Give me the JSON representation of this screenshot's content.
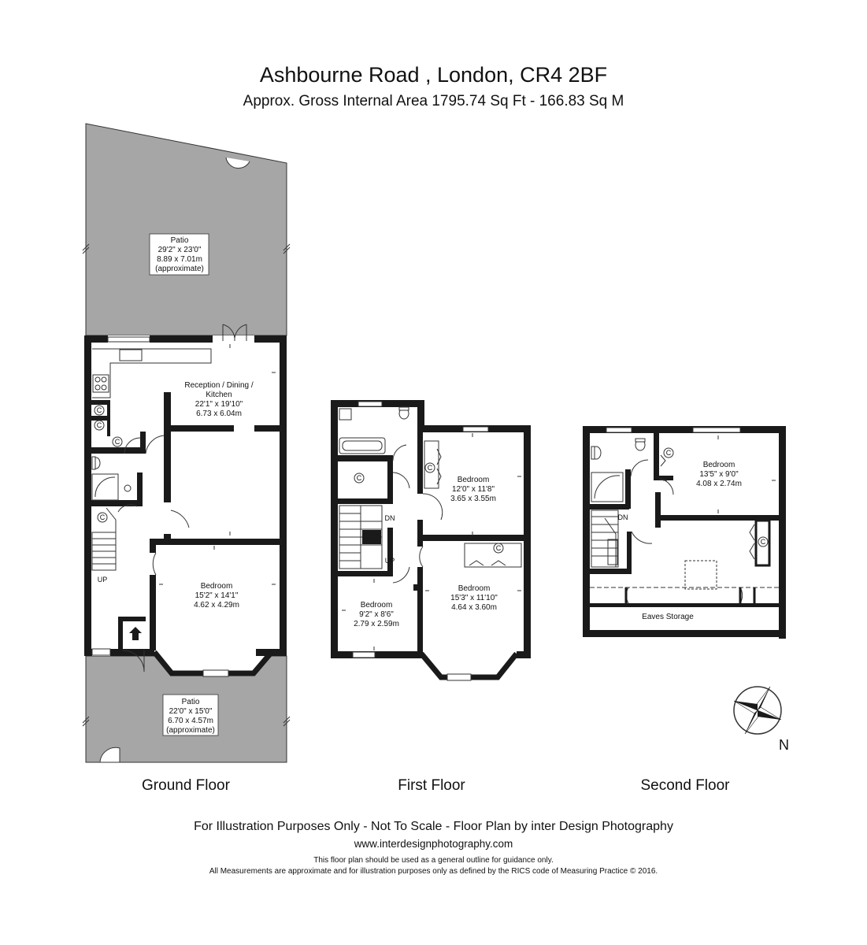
{
  "header": {
    "address": "Ashbourne Road , London, CR4 2BF",
    "area": "Approx. Gross Internal Area 1795.74 Sq Ft - 166.83 Sq M"
  },
  "ground_floor": {
    "label": "Ground Floor",
    "patio_rear": {
      "name": "Patio",
      "imperial": "29'2\" x 23'0\"",
      "metric": "8.89 x 7.01m",
      "note": "(approximate)"
    },
    "reception": {
      "name_line1": "Reception / Dining /",
      "name_line2": "Kitchen",
      "imperial": "22'1\" x 19'10\"",
      "metric": "6.73 x 6.04m"
    },
    "bedroom": {
      "name": "Bedroom",
      "imperial": "15'2\" x 14'1\"",
      "metric": "4.62 x 4.29m"
    },
    "patio_front": {
      "name": "Patio",
      "imperial": "22'0\" x 15'0\"",
      "metric": "6.70 x 4.57m",
      "note": "(approximate)"
    },
    "stairs_label": "UP",
    "cupboard_symbol": "C"
  },
  "first_floor": {
    "label": "First Floor",
    "bedroom_a": {
      "name": "Bedroom",
      "imperial": "12'0\" x 11'8\"",
      "metric": "3.65 x 3.55m"
    },
    "bedroom_b": {
      "name": "Bedroom",
      "imperial": "15'3\" x 11'10\"",
      "metric": "4.64 x 3.60m"
    },
    "bedroom_c": {
      "name": "Bedroom",
      "imperial": "9'2\" x 8'6\"",
      "metric": "2.79 x 2.59m"
    },
    "stairs_dn": "DN",
    "stairs_up": "UP",
    "cupboard_symbol": "C"
  },
  "second_floor": {
    "label": "Second Floor",
    "bedroom": {
      "name": "Bedroom",
      "imperial": "13'5\" x 9'0\"",
      "metric": "4.08 x 2.74m"
    },
    "eaves": "Eaves Storage",
    "stairs_dn": "DN",
    "cupboard_symbol": "C"
  },
  "compass": {
    "north": "N"
  },
  "footer": {
    "line1": "For Illustration Purposes Only - Not To Scale - Floor Plan by inter Design Photography",
    "website": "www.interdesignphotography.com",
    "line3": "This floor plan should be used as a general outline for guidance only.",
    "line4": "All Measurements are approximate and for illustration purposes only as defined by the RICS code of Measuring Practice  © 2016."
  },
  "colors": {
    "wall": "#1a1a1a",
    "patio": "#a6a6a6",
    "background": "#ffffff"
  }
}
